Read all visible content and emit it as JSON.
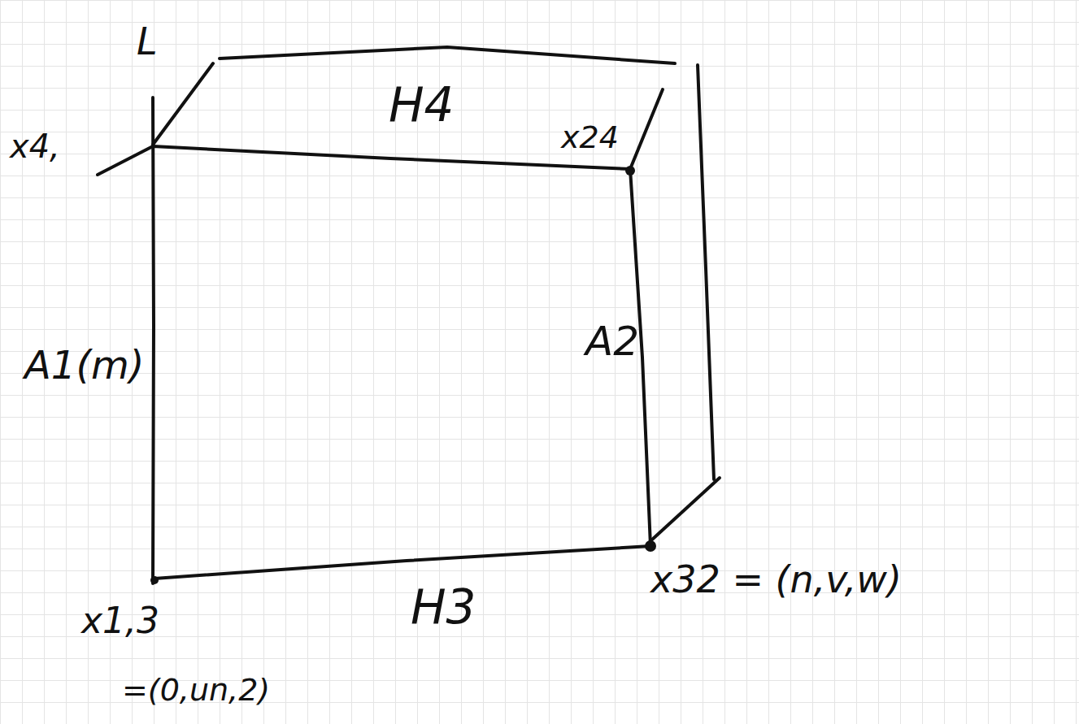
{
  "diagram": {
    "labels": [
      "L",
      "x4,",
      "H4",
      "x24",
      "A1(m)",
      "A2",
      "x1,3",
      "=(0,un,2)",
      "H3",
      "x32 = (n,v,w)"
    ]
  }
}
